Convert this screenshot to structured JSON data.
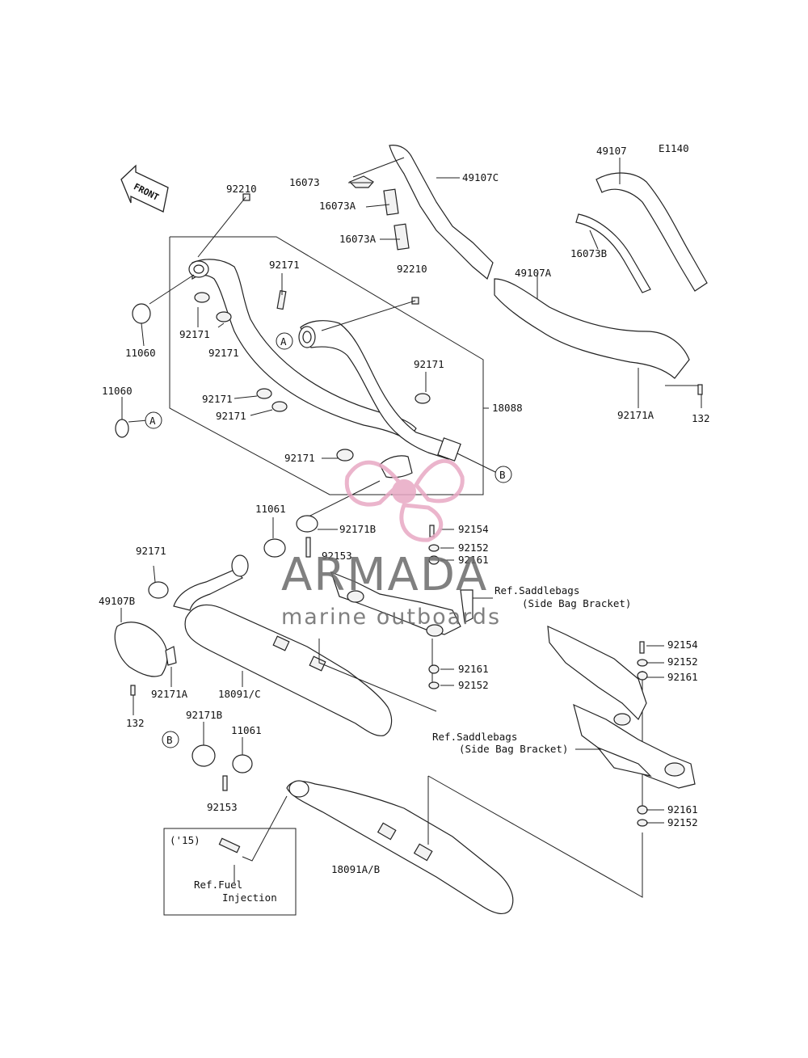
{
  "diagram_code": "E1140",
  "front_label": "FRONT",
  "callouts": {
    "a": "A",
    "b": "B"
  },
  "labels": {
    "p16073": "16073",
    "p16073A_1": "16073A",
    "p16073A_2": "16073A",
    "p49107C": "49107C",
    "p49107": "49107",
    "p16073B": "16073B",
    "p49107A": "49107A",
    "p92210_1": "92210",
    "p92210_2": "92210",
    "p92171_1": "92171",
    "p92171_2": "92171",
    "p92171_3": "92171",
    "p92171_4": "92171",
    "p92171_5": "92171",
    "p92171_6": "92171",
    "p92171_7": "92171",
    "p92171_8": "92171",
    "p11060_1": "11060",
    "p11060_2": "11060",
    "p18088": "18088",
    "p92171A_1": "92171A",
    "p92171A_2": "92171A",
    "p132_1": "132",
    "p132_2": "132",
    "p11061_1": "11061",
    "p11061_2": "11061",
    "p92171B_1": "92171B",
    "p92171B_2": "92171B",
    "p92153_1": "92153",
    "p92153_2": "92153",
    "p92154_1": "92154",
    "p92154_2": "92154",
    "p92152_1": "92152",
    "p92152_2": "92152",
    "p92152_3": "92152",
    "p92152_4": "92152",
    "p92161_1": "92161",
    "p92161_2": "92161",
    "p92161_3": "92161",
    "p92161_4": "92161",
    "p49107B": "49107B",
    "p18091C": "18091/C",
    "p18091AB": "18091A/B",
    "ref_saddle_1a": "Ref.Saddlebags",
    "ref_saddle_1b": "(Side Bag Bracket)",
    "ref_saddle_2a": "Ref.Saddlebags",
    "ref_saddle_2b": "(Side Bag Bracket)",
    "inset_year": "('15)",
    "ref_fuel_a": "Ref.Fuel",
    "ref_fuel_b": "Injection"
  },
  "watermark": {
    "brand": "ARMADA",
    "tagline": "marine outboards",
    "logo_color": "#e8a9c4",
    "text_color": "#6b6b6b"
  }
}
